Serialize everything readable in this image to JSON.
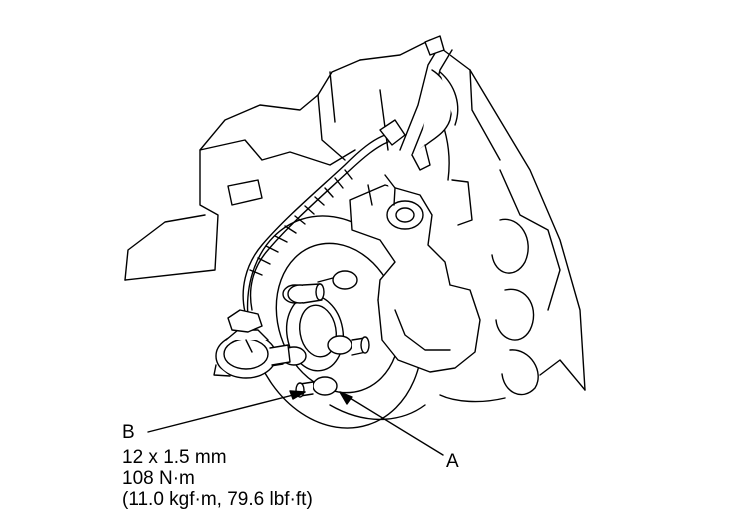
{
  "callouts": {
    "a": "A",
    "b": "B"
  },
  "spec": {
    "size": "12 x 1.5 mm",
    "torque_nm": "108 N·m",
    "torque_alt": "(11.0 kgf·m, 79.6 lbf·ft)"
  },
  "colors": {
    "line": "#000000",
    "background": "#ffffff"
  }
}
